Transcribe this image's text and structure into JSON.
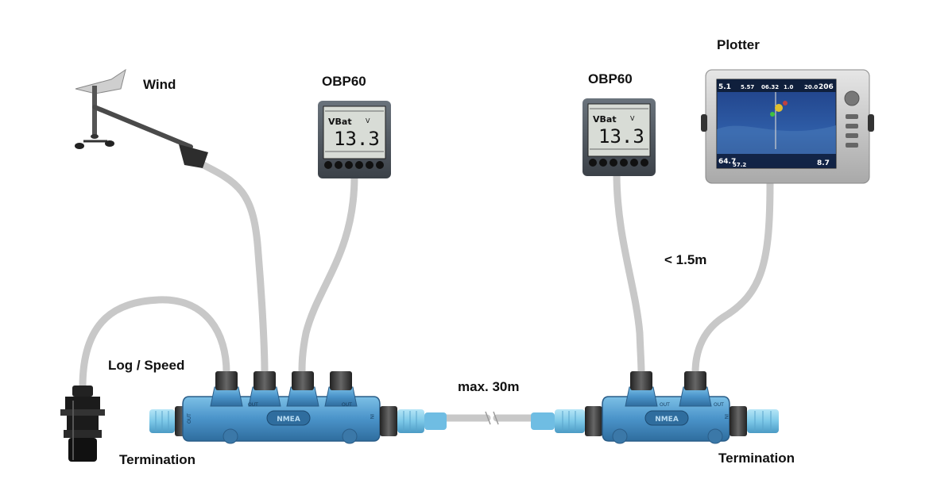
{
  "labels": {
    "wind": "Wind",
    "obp60_left": "OBP60",
    "obp60_right": "OBP60",
    "plotter": "Plotter",
    "log_speed": "Log / Speed",
    "termination_left": "Termination",
    "termination_right": "Termination",
    "max_length": "max. 30m",
    "drop_length": "< 1.5m"
  },
  "display": {
    "title": "VBat",
    "value": "13.3",
    "unit": "V"
  },
  "plotter_screen": {
    "readouts": [
      "5.1",
      "5.57",
      "06.32",
      "1.0",
      "20.0",
      "206",
      "64.7",
      "57.2",
      "8.7"
    ]
  },
  "connector": {
    "brand": "NMEA",
    "port_in": "IN",
    "port_out": "OUT"
  },
  "colors": {
    "cable": "#c8c8c8",
    "connector_blue": "#4a93c9",
    "connector_light": "#8fd0ec",
    "nut": "#3a3a3a",
    "display_bezel": "#555d66",
    "lcd": "#d8dcd6",
    "plotter_water": "#2f5ea8"
  },
  "icons": [
    "wind-sensor-icon",
    "transducer-icon",
    "obp60-display-icon",
    "chartplotter-icon",
    "t-connector-icon"
  ]
}
